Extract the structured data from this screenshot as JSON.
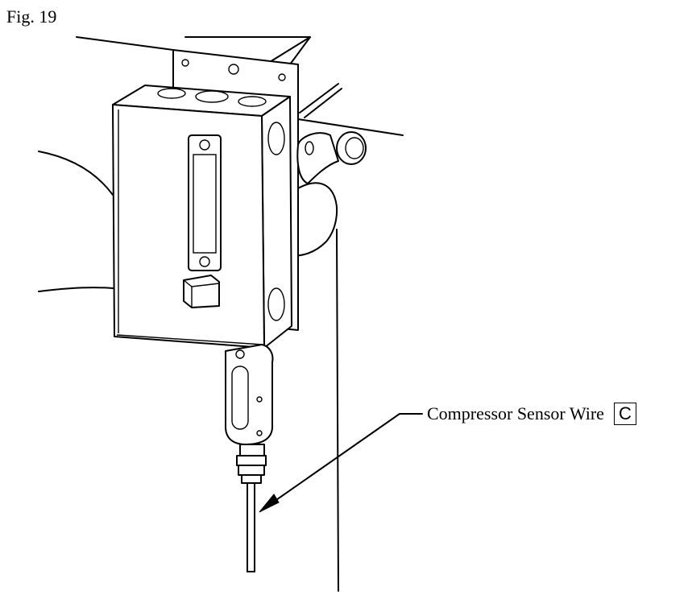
{
  "figure": {
    "label": "Fig. 19"
  },
  "callout": {
    "text": "Compressor Sensor Wire",
    "badge": "C"
  }
}
